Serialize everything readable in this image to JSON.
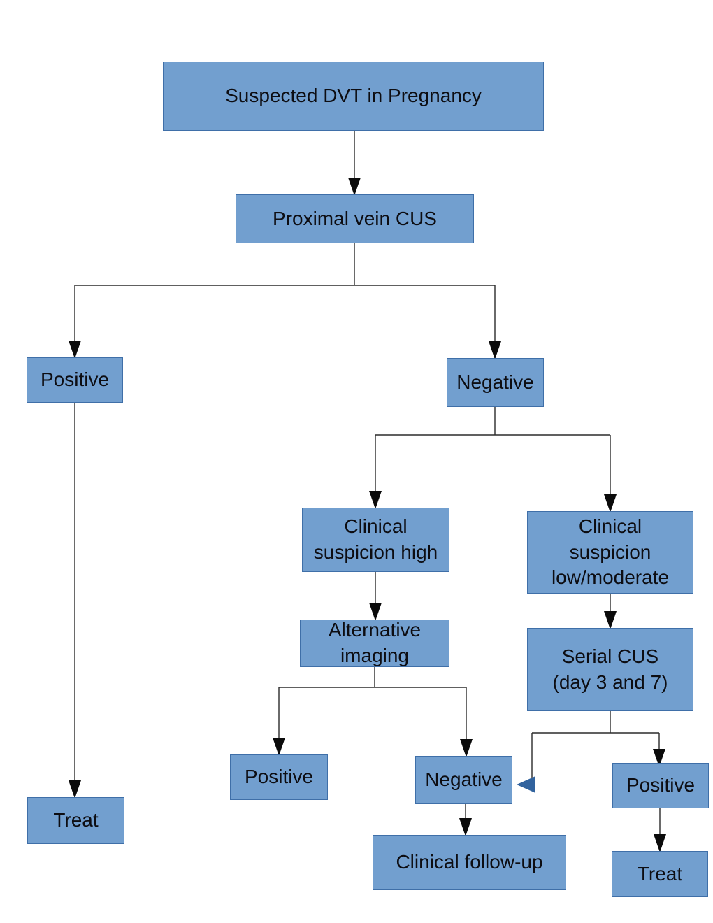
{
  "nodes": {
    "suspected": {
      "label": "Suspected DVT in Pregnancy"
    },
    "proximal": {
      "label": "Proximal vein CUS"
    },
    "positive1": {
      "label": "Positive"
    },
    "negative1": {
      "label": "Negative"
    },
    "clinical_high": {
      "label": "Clinical\nsuspicion high"
    },
    "clinical_low": {
      "label": "Clinical\nsuspicion\nlow/moderate"
    },
    "alt_imaging": {
      "label": "Alternative\nimaging"
    },
    "serial_cus": {
      "label": "Serial CUS\n(day 3 and 7)"
    },
    "positive2": {
      "label": "Positive"
    },
    "negative2": {
      "label": "Negative"
    },
    "treat1": {
      "label": "Treat"
    },
    "followup": {
      "label": "Clinical follow-up"
    },
    "positive3": {
      "label": "Positive"
    },
    "treat2": {
      "label": "Treat"
    }
  },
  "colors": {
    "background": "#ffffff",
    "node_fill": "#729FCF",
    "node_border": "#3f6fa8",
    "text": "#0d0d12",
    "connector": "#2b2b2b",
    "arrowhead": "#0b0b0b",
    "loop_arrow": "#31639E"
  }
}
